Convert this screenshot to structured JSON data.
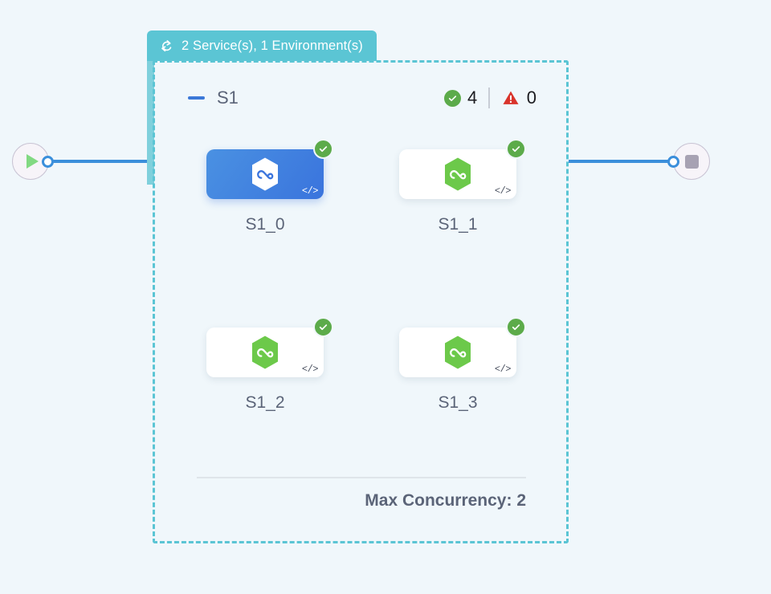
{
  "canvas": {
    "background_color": "#f0f7fb"
  },
  "start_node": {
    "icon": "play-icon",
    "label": ""
  },
  "end_node": {
    "icon": "stop-icon",
    "label": ""
  },
  "group": {
    "header": {
      "icon": "loop-icon",
      "label": "2 Service(s), 1 Environment(s)",
      "background_color": "#5bc5d4",
      "text_color": "#ffffff"
    },
    "border_color": "#5bc5d4",
    "collapse_icon": "minus-icon",
    "name": "S1",
    "status": {
      "success_icon": "check-circle-icon",
      "success_count": "4",
      "success_color": "#5cab4a",
      "warning_icon": "warning-triangle-icon",
      "warning_count": "0",
      "warning_color": "#d9342b"
    },
    "footer": {
      "max_concurrency_label": "Max Concurrency: 2"
    }
  },
  "nodes": [
    {
      "label": "S1_0",
      "selected": true,
      "service_icon": "hexagon-infinity-icon",
      "status_icon": "check-badge-icon",
      "code_icon": "code-icon",
      "code_icon_text": "</>",
      "accent_color": "#3a74dd"
    },
    {
      "label": "S1_1",
      "selected": false,
      "service_icon": "hexagon-infinity-icon",
      "status_icon": "check-badge-icon",
      "code_icon": "code-icon",
      "code_icon_text": "</>",
      "accent_color": "#6cc94a"
    },
    {
      "label": "S1_2",
      "selected": false,
      "service_icon": "hexagon-infinity-icon",
      "status_icon": "check-badge-icon",
      "code_icon": "code-icon",
      "code_icon_text": "</>",
      "accent_color": "#6cc94a"
    },
    {
      "label": "S1_3",
      "selected": false,
      "service_icon": "hexagon-infinity-icon",
      "status_icon": "check-badge-icon",
      "code_icon": "code-icon",
      "code_icon_text": "</>",
      "accent_color": "#6cc94a"
    }
  ]
}
